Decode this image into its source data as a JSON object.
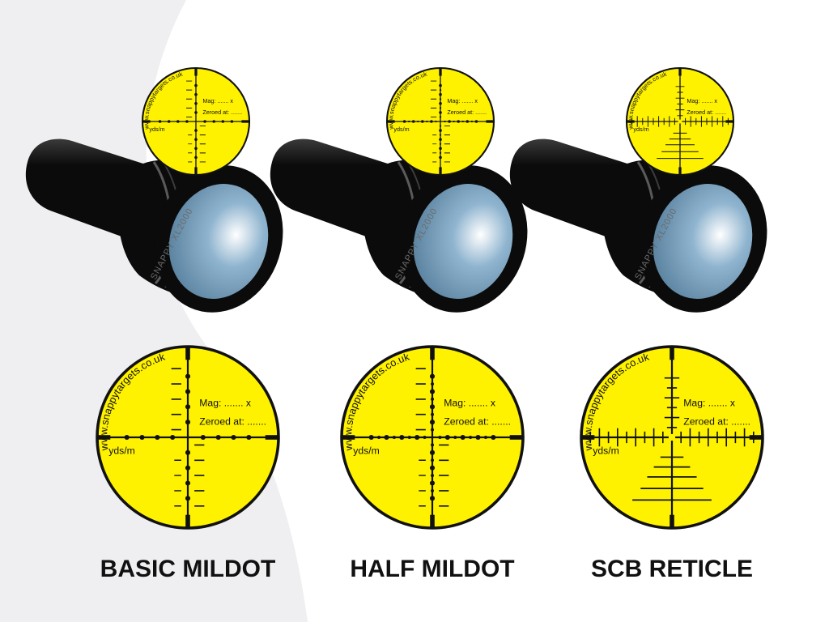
{
  "colors": {
    "background": "#ffffff",
    "background_shape": "#efeff2",
    "reticle_yellow": "#fff200",
    "reticle_ink": "#111111",
    "scope_body": "#0b0b0b",
    "lens_light": "#ffffff",
    "lens_mid": "#8fb4cf",
    "lens_dark": "#4d7592"
  },
  "scope_brand": "SNAPPY XL2000",
  "reticle_text": {
    "website": "www.snappytargets.co.uk",
    "mag": "Mag: ....... x",
    "zeroed": "Zeroed at: .......",
    "units": "yds/m"
  },
  "panels": [
    {
      "id": "basic-mildot",
      "label": "BASIC MILDOT",
      "reticle_type": "basic-mildot"
    },
    {
      "id": "half-mildot",
      "label": "HALF MILDOT",
      "reticle_type": "half-mildot"
    },
    {
      "id": "scb-reticle",
      "label": "SCB RETICLE",
      "reticle_type": "scb"
    }
  ]
}
